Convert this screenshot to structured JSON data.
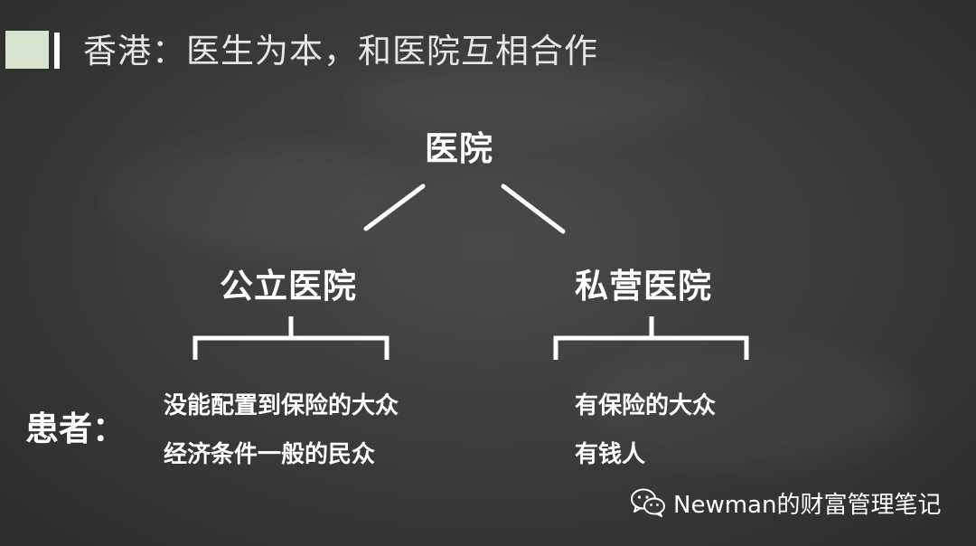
{
  "title": "香港：医生为本，和医院互相合作",
  "tree": {
    "root": "医院",
    "left": "公立医院",
    "right": "私营医院"
  },
  "patients_label": "患者：",
  "public_patients": [
    "没能配置到保险的大众",
    "经济条件一般的民众"
  ],
  "private_patients": [
    "有保险的大众",
    "有钱人"
  ],
  "watermark": {
    "icon": "wechat-icon",
    "text": "Newman的财富管理笔记"
  },
  "colors": {
    "background": "#3a3a3a",
    "title_block": "#d8e4cf",
    "text": "#ffffff"
  }
}
